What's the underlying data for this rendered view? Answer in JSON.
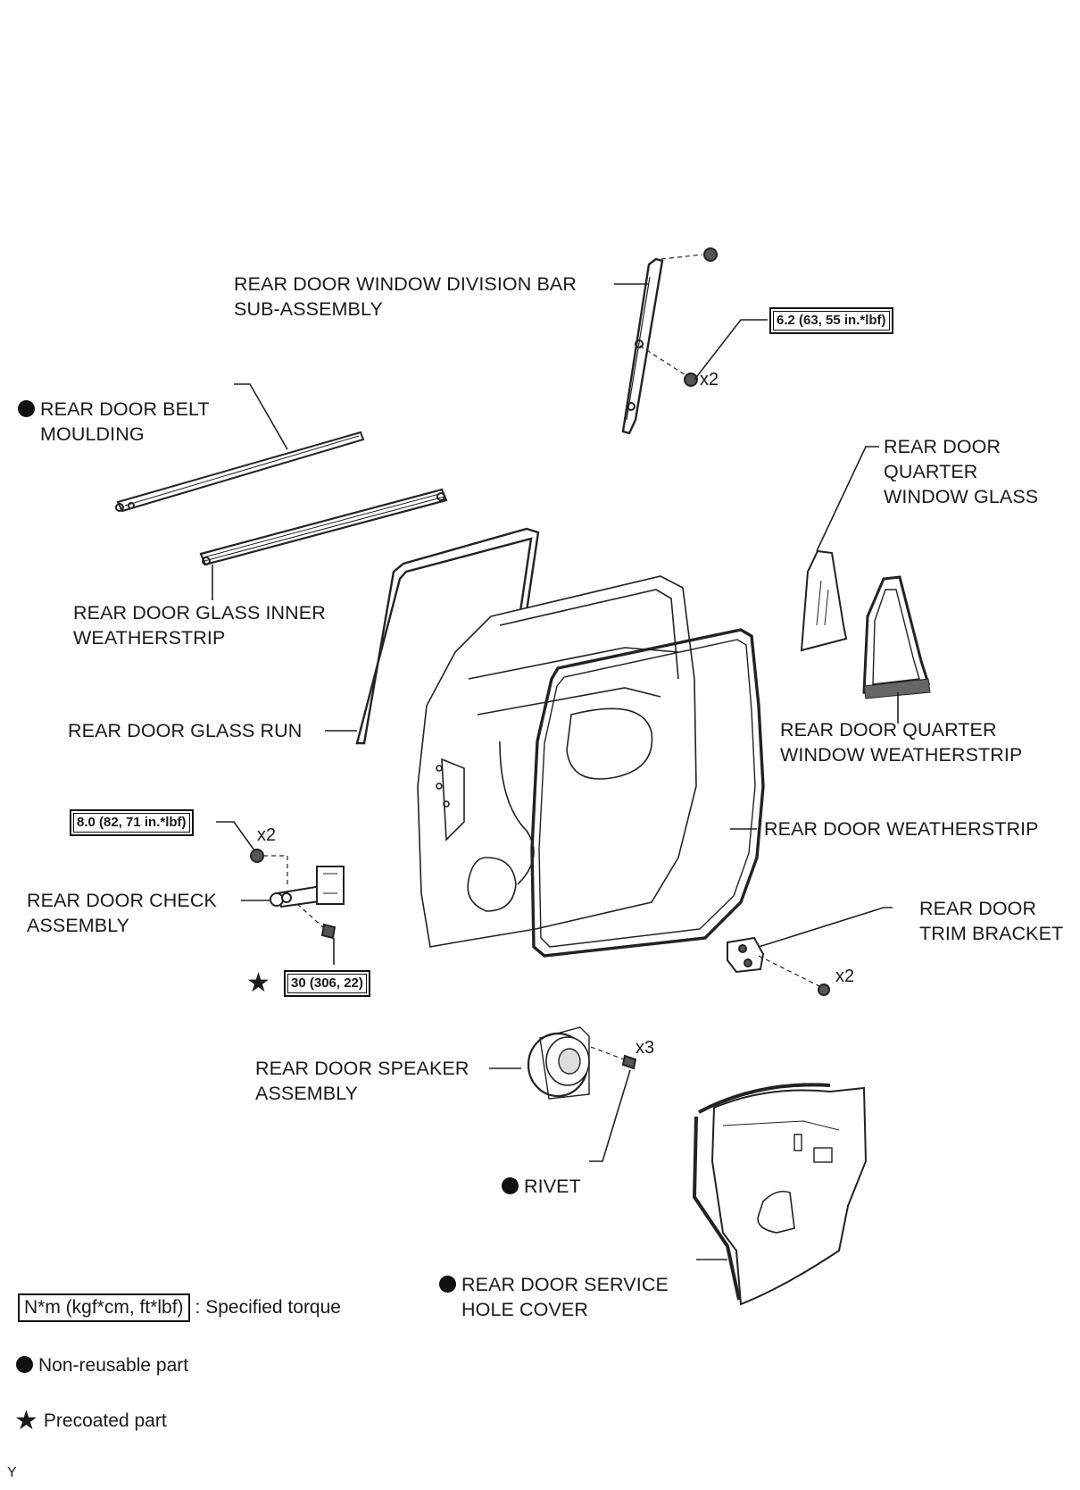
{
  "labels": {
    "division_bar": "REAR DOOR WINDOW DIVISION BAR\nSUB-ASSEMBLY",
    "belt_moulding": "REAR DOOR BELT\nMOULDING",
    "glass_inner_weatherstrip": "REAR DOOR GLASS INNER\nWEATHERSTRIP",
    "quarter_window_glass": "REAR DOOR\nQUARTER\nWINDOW GLASS",
    "quarter_window_weatherstrip": "REAR DOOR QUARTER\nWINDOW WEATHERSTRIP",
    "glass_run": "REAR DOOR GLASS RUN",
    "weatherstrip": "REAR DOOR WEATHERSTRIP",
    "check_assembly": "REAR DOOR CHECK\nASSEMBLY",
    "trim_bracket": "REAR DOOR\nTRIM BRACKET",
    "speaker_assembly": "REAR DOOR SPEAKER\nASSEMBLY",
    "rivet": "RIVET",
    "service_hole_cover": "REAR DOOR SERVICE\nHOLE COVER"
  },
  "torques": {
    "division_bar": "6.2 (63, 55 in.*lbf)",
    "check_upper": "8.0 (82, 71 in.*lbf)",
    "check_lower": "30 (306, 22)"
  },
  "quantities": {
    "division_bar_bolts": "x2",
    "check_bolts": "x2",
    "trim_bracket_screws": "x2",
    "speaker_rivets": "x3"
  },
  "legend": {
    "torque_box": "N*m (kgf*cm, ft*lbf)",
    "torque_text": ": Specified torque",
    "non_reusable": "Non-reusable part",
    "precoated": "Precoated part"
  },
  "corner_mark": "Y"
}
